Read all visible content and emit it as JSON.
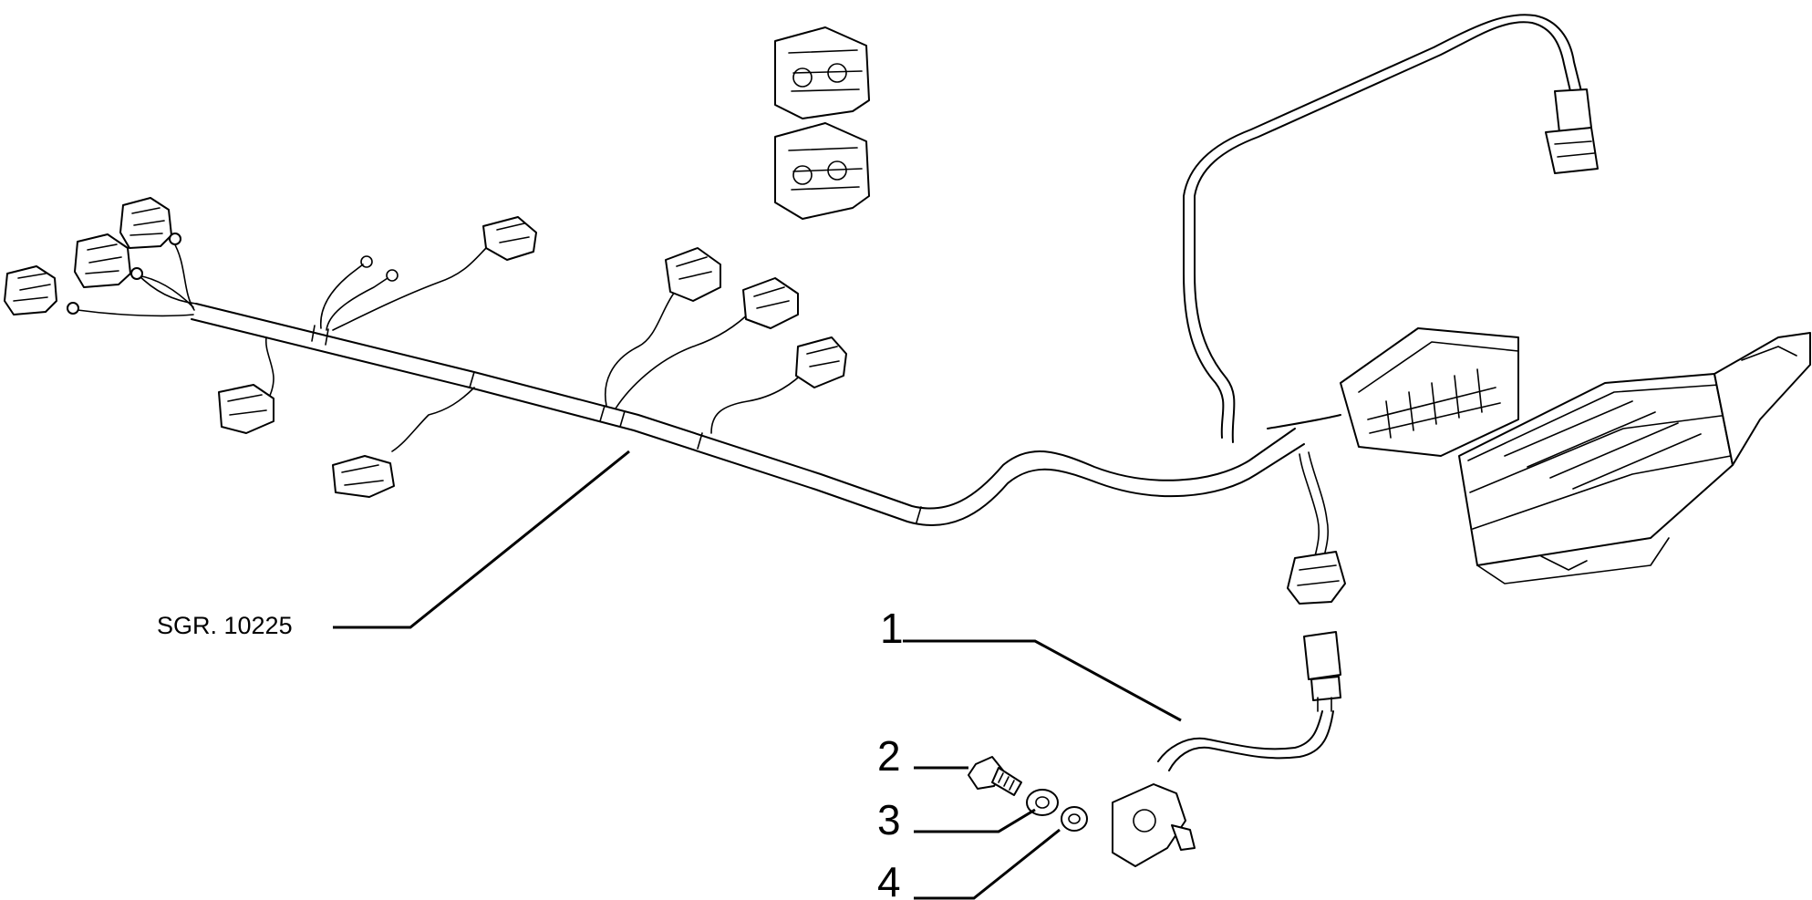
{
  "diagram": {
    "ref_label": "SGR. 10225",
    "callouts": [
      {
        "number": "1",
        "part": "sensor-with-lead"
      },
      {
        "number": "2",
        "part": "bolt"
      },
      {
        "number": "3",
        "part": "flat-washer"
      },
      {
        "number": "4",
        "part": "spring-washer"
      }
    ]
  }
}
